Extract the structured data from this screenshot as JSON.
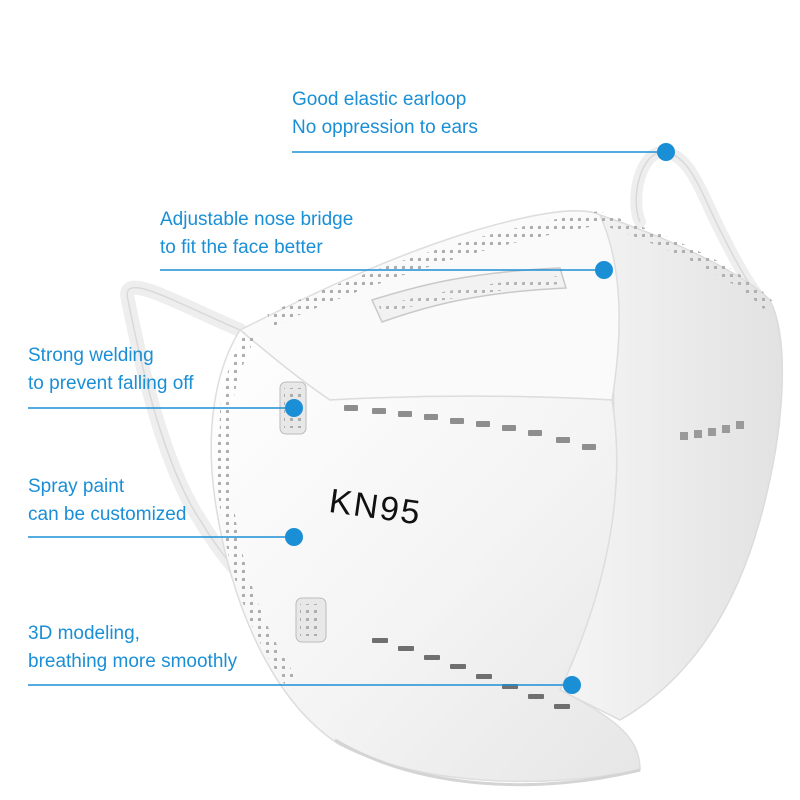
{
  "theme": {
    "accent": "#1a8fd6",
    "mask_fill": "#f7f7f7",
    "mask_shadow": "#d8d8d8",
    "mask_dots": "#a0a0a0"
  },
  "product": {
    "print_label": "KN95"
  },
  "callouts": [
    {
      "line1": "Good elastic earloop",
      "line2": "No oppression to ears"
    },
    {
      "line1": "Adjustable nose bridge",
      "line2": "to fit the face better"
    },
    {
      "line1": "Strong welding",
      "line2": "to prevent falling off"
    },
    {
      "line1": "Spray paint",
      "line2": "can be customized"
    },
    {
      "line1": "3D modeling,",
      "line2": "breathing more smoothly"
    }
  ]
}
